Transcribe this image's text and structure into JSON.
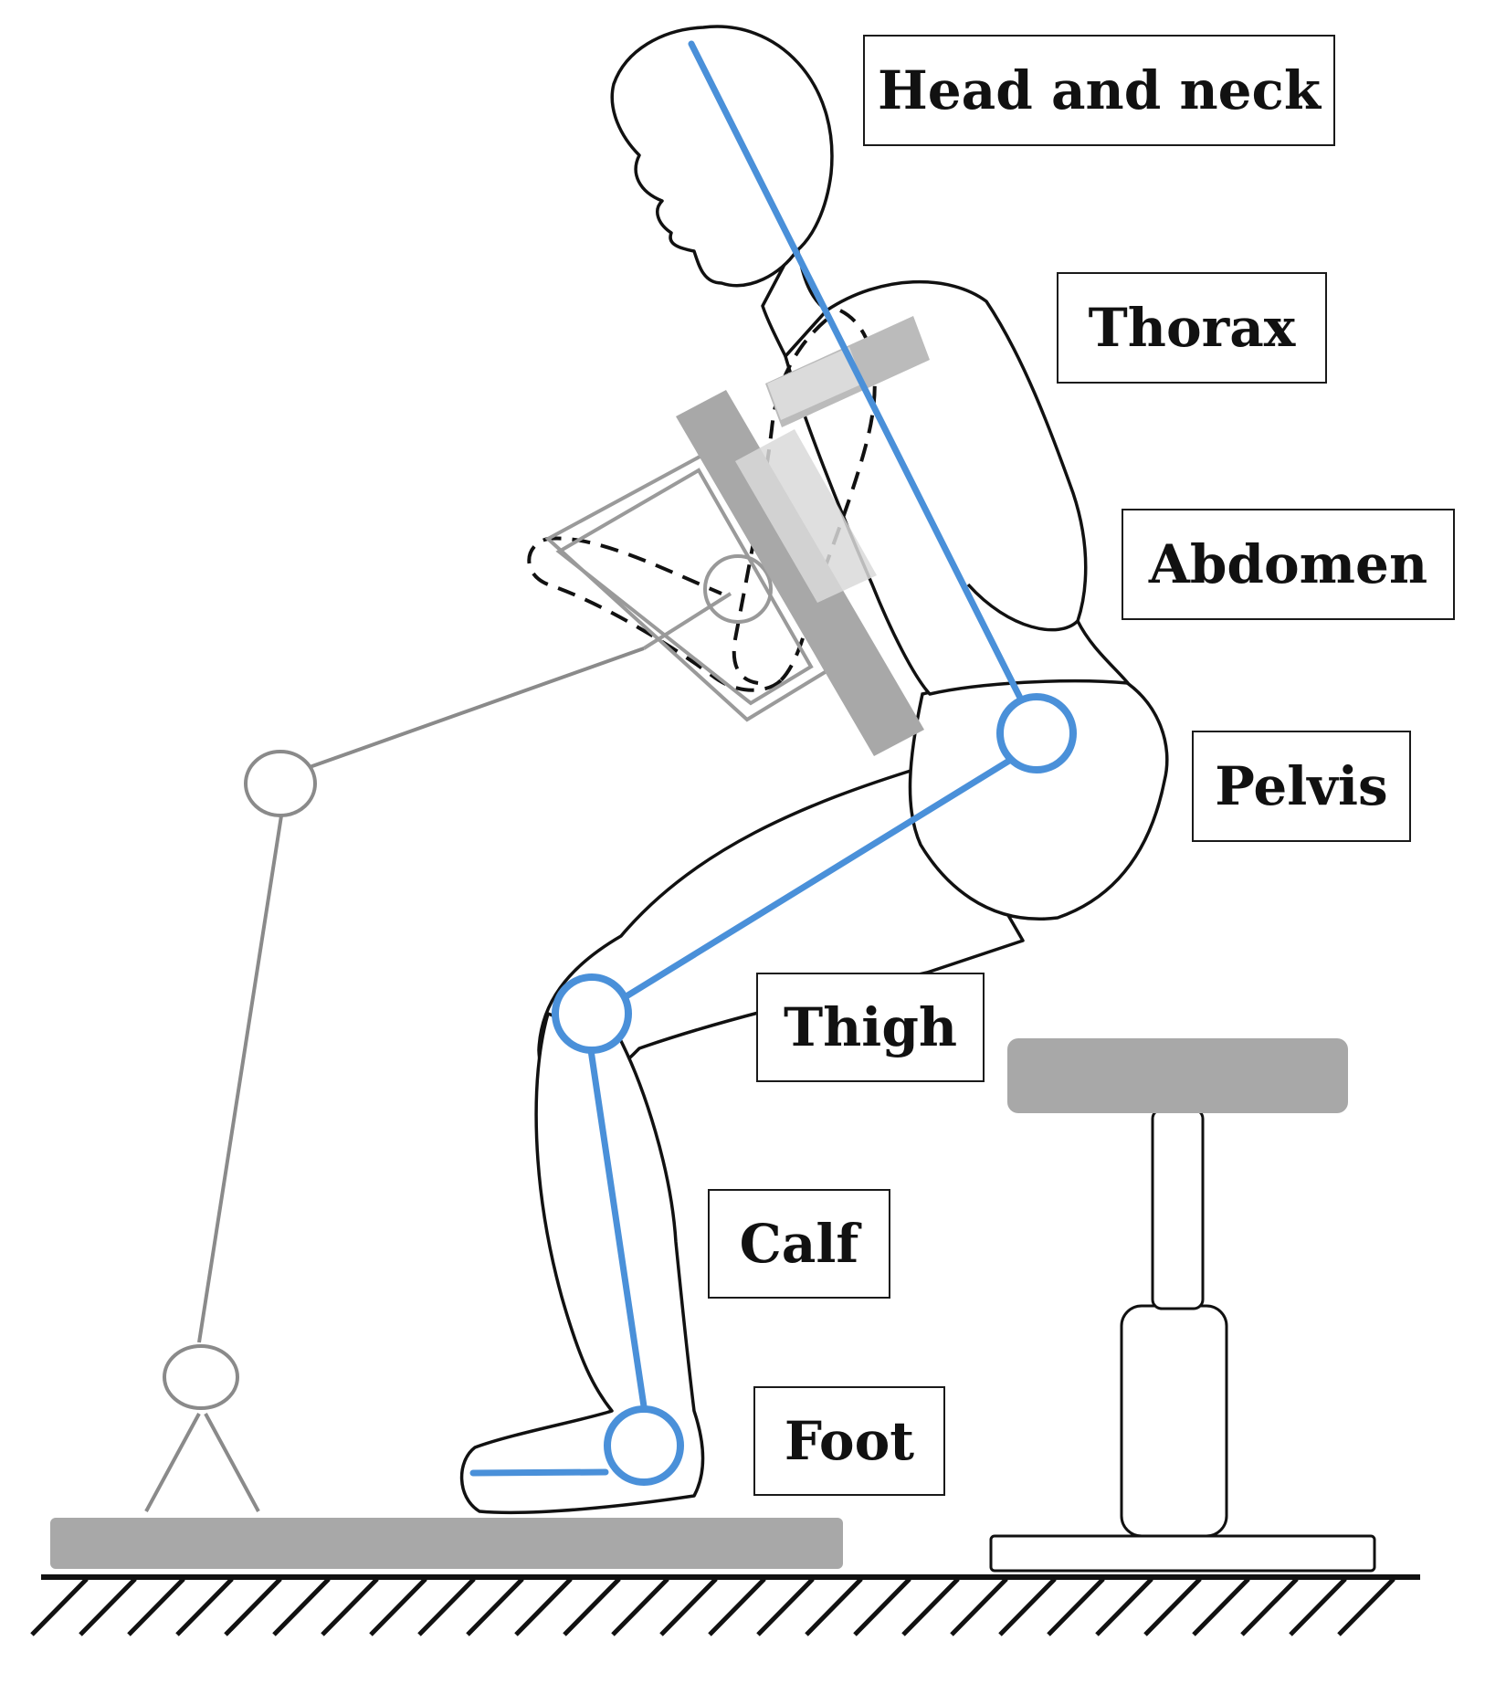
{
  "labels": {
    "head_and_neck": "Head and neck",
    "thorax": "Thorax",
    "abdomen": "Abdomen",
    "pelvis": "Pelvis",
    "thigh": "Thigh",
    "calf": "Calf",
    "foot": "Foot"
  },
  "colors": {
    "segment_line": "#4a90d9",
    "outline": "#111111",
    "grey_fill": "#a8a8a8",
    "light_grey": "#d9d9d9",
    "frame_grey": "#8a8a8a"
  }
}
